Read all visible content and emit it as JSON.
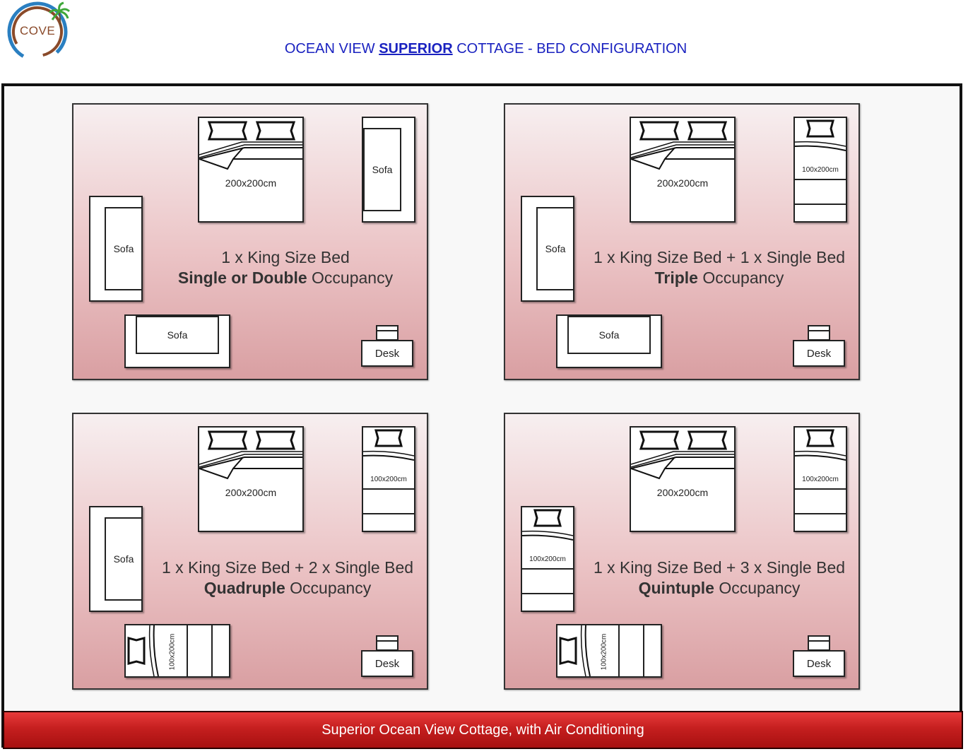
{
  "header": {
    "logo_text": "COVE",
    "title_prefix": "OCEAN VIEW ",
    "title_highlight": "SUPERIOR",
    "title_suffix": " COTTAGE - BED CONFIGURATION"
  },
  "labels": {
    "sofa": "Sofa",
    "desk": "Desk",
    "king_size": "200x200cm",
    "single_size": "100x200cm"
  },
  "rooms": [
    {
      "line1": "1 x King Size Bed",
      "occupancy_bold": "Single or Double",
      "occupancy_rest": " Occupancy"
    },
    {
      "line1": "1 x King Size Bed + 1 x Single Bed",
      "occupancy_bold": "Triple",
      "occupancy_rest": " Occupancy"
    },
    {
      "line1": "1 x King Size Bed + 2 x Single Bed",
      "occupancy_bold": "Quadruple",
      "occupancy_rest": " Occupancy"
    },
    {
      "line1": "1 x King Size Bed + 3 x Single Bed",
      "occupancy_bold": "Quintuple",
      "occupancy_rest": " Occupancy"
    }
  ],
  "footer": {
    "text": "Superior Ocean View Cottage, with Air Conditioning"
  },
  "colors": {
    "title": "#1a22c0",
    "footer": "#c51f1f",
    "room_gradient_bottom": "#d99fa2"
  }
}
